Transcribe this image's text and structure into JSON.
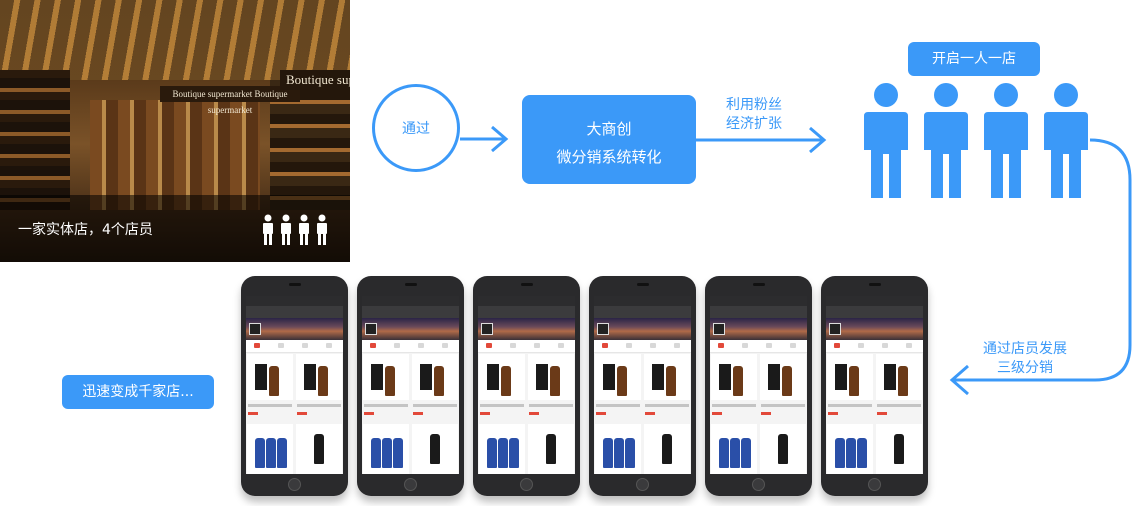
{
  "store": {
    "caption": "一家实体店，4个店员",
    "sign_small": "Boutique supermarket   Boutique supermarket",
    "sign_large": "Boutique sup"
  },
  "steps": {
    "circle_label": "通过",
    "box_line1": "大商创",
    "box_line2": "微分销系统转化",
    "arrow_label_line1": "利用粉丝",
    "arrow_label_line2": "经济扩张",
    "top_pill": "开启一人一店",
    "side_label_line1": "通过店员发展",
    "side_label_line2": "三级分销",
    "bottom_pill": "迅速变成千家店..."
  },
  "icons": [
    "person-icon",
    "arrow-right-icon",
    "curved-arrow-icon",
    "phone-mockup"
  ],
  "colors": {
    "accent": "#3b99f8",
    "text_light": "#ffffff"
  },
  "phone_count": 6,
  "people_count": 4
}
